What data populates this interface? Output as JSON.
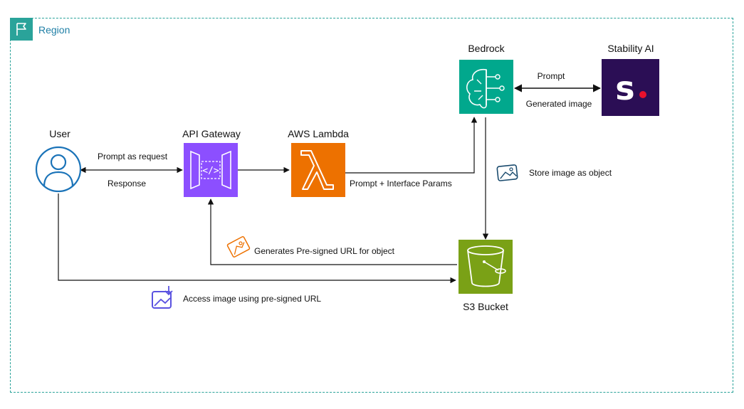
{
  "region": {
    "label": "Region",
    "icon": "region-flag-icon",
    "color": "#2aa39a"
  },
  "nodes": {
    "user": {
      "label": "User",
      "icon": "user-icon",
      "color": "#1a73b8"
    },
    "api_gateway": {
      "label": "API Gateway",
      "icon": "api-gateway-icon",
      "color": "#8c4fff"
    },
    "lambda": {
      "label": "AWS Lambda",
      "icon": "lambda-icon",
      "color": "#ed7100"
    },
    "bedrock": {
      "label": "Bedrock",
      "icon": "bedrock-icon",
      "color": "#01a88d"
    },
    "stability": {
      "label": "Stability AI",
      "icon": "stability-ai-logo",
      "color": "#2b0e55"
    },
    "s3": {
      "label": "S3 Bucket",
      "icon": "s3-bucket-icon",
      "color": "#7aa116"
    }
  },
  "edges": {
    "prompt_request": "Prompt as request",
    "response": "Response",
    "prompt_params": "Prompt + Interface Params",
    "prompt": "Prompt",
    "generated_image": "Generated image",
    "store_object": "Store image as object",
    "presigned": "Generates Pre-signed URL for object",
    "access_image": "Access image using pre-signed URL"
  }
}
